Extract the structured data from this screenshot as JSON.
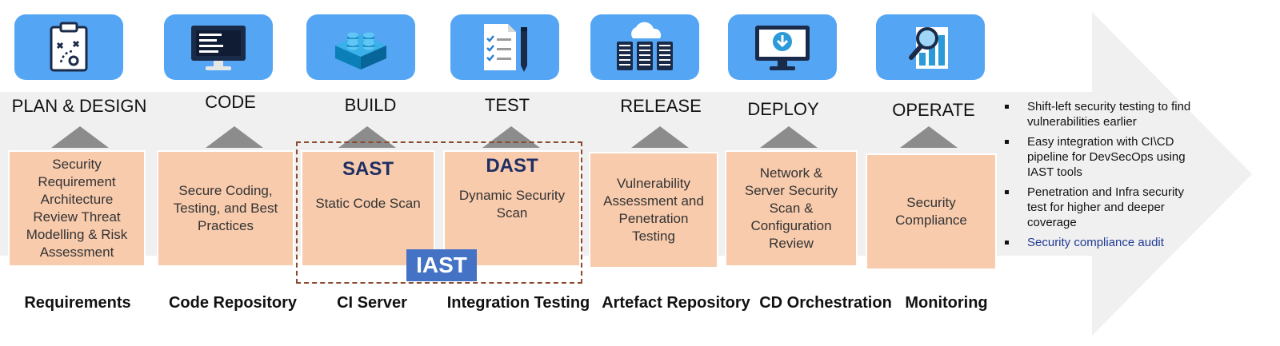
{
  "colors": {
    "icon_bg": "#55a5f5",
    "box_bg": "#f8cbad",
    "band_bg": "#f0f0f0",
    "triangle": "#8c8c8c",
    "iast_badge": "#4472c4",
    "dashed_border": "#8b4a2e",
    "accent_text": "#1f3a93"
  },
  "stages": [
    {
      "title": "PLAN & DESIGN",
      "icon": "clipboard-strategy-icon",
      "box_lines": [
        "Security",
        "Requirement",
        "Architecture",
        "Review Threat",
        "Modelling & Risk",
        "Assessment"
      ],
      "label": "Requirements"
    },
    {
      "title": "CODE",
      "icon": "monitor-code-icon",
      "box_lines": [
        "Secure Coding,",
        "Testing, and Best",
        "Practices"
      ],
      "label": "Code Repository"
    },
    {
      "title": "BUILD",
      "icon": "lego-brick-icon",
      "box_heading": "SAST",
      "box_lines": [
        "Static Code Scan"
      ],
      "label": "CI Server"
    },
    {
      "title": "TEST",
      "icon": "checklist-pencil-icon",
      "box_heading": "DAST",
      "box_lines": [
        "Dynamic Security",
        "Scan"
      ],
      "label": "Integration Testing"
    },
    {
      "title": "RELEASE",
      "icon": "cloud-server-icon",
      "box_lines": [
        "Vulnerability",
        "Assessment and",
        "Penetration",
        "Testing"
      ],
      "label": "Artefact Repository"
    },
    {
      "title": "DEPLOY",
      "icon": "monitor-download-icon",
      "box_lines": [
        "Network &",
        "Server Security",
        "Scan &",
        "Configuration",
        "Review"
      ],
      "label": "CD Orchestration"
    },
    {
      "title": "OPERATE",
      "icon": "magnifier-report-icon",
      "box_lines": [
        "Security",
        "Compliance"
      ],
      "label": "Monitoring"
    }
  ],
  "iast_label": "IAST",
  "bullets": [
    {
      "text": "Shift-left security testing to find vulnerabilities earlier",
      "accent": false
    },
    {
      "text": "Easy integration with CI\\CD pipeline for DevSecOps using IAST tools",
      "accent": false
    },
    {
      "text": "Penetration and Infra security test for higher and deeper coverage",
      "accent": false
    },
    {
      "text": "Security compliance audit",
      "accent": true
    }
  ]
}
